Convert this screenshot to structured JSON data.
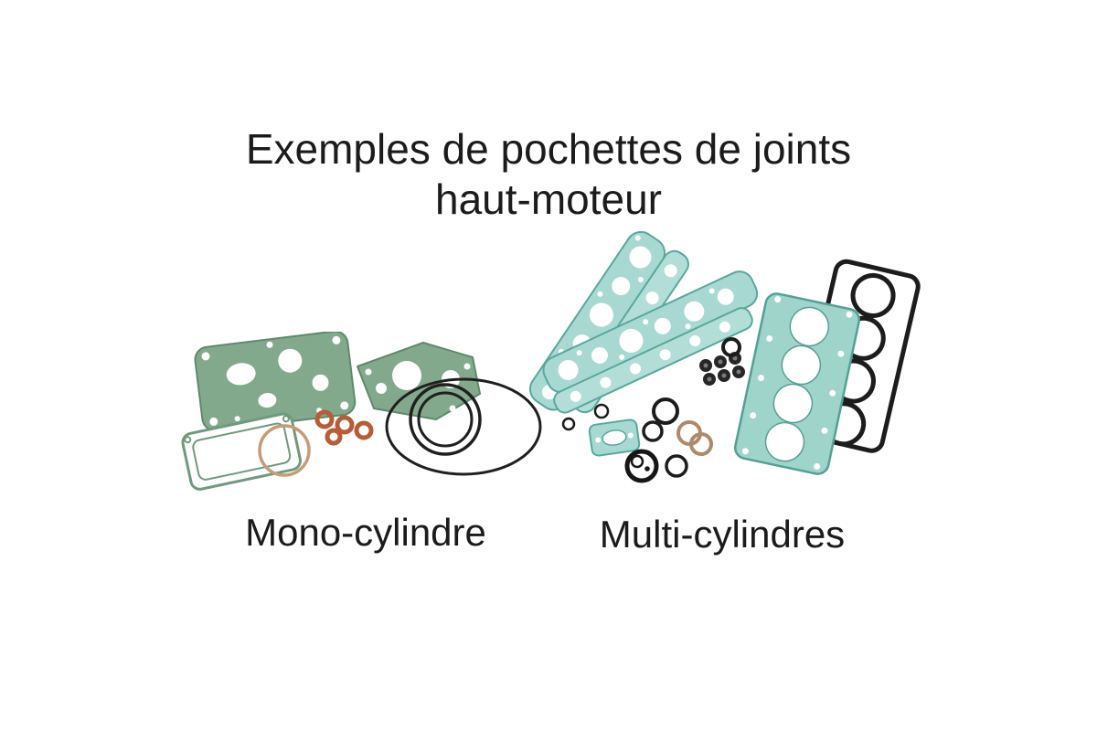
{
  "title": {
    "line1": "Exemples de pochettes de joints",
    "line2": "haut-moteur"
  },
  "captions": {
    "mono": "Mono-cylindre",
    "multi": "Multi-cylindres"
  },
  "image": {
    "description": "Two top-end engine gasket kits laid out on white: a single-cylinder kit (green gaskets, copper washers, black O-rings) and a multi-cylinder kit (teal cover gaskets, four-bore head gaskets, valve stem seals, small seals and O-rings)"
  },
  "colors": {
    "background": "#ffffff",
    "text": "#1b1b1b",
    "gasket_green": "#83a98c",
    "gasket_teal": "#a7d9d2",
    "head_gasket_teal": "#9ed4c9",
    "copper_washer": "#b85c38",
    "paper_ring_tan": "#c79b76",
    "rubber_black": "#1c1c1c"
  }
}
